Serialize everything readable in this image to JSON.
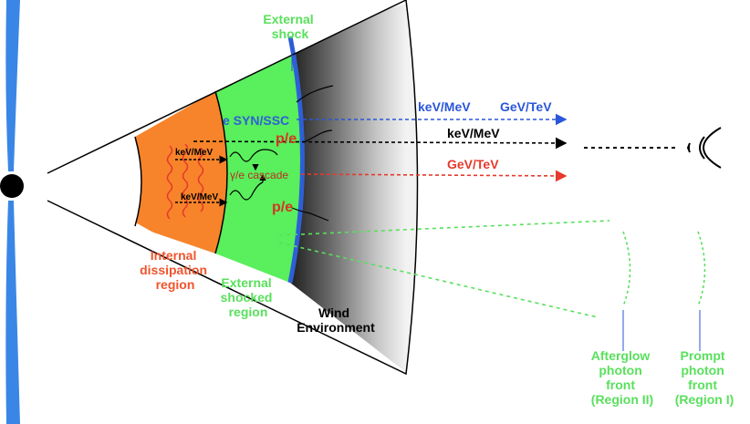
{
  "labels": {
    "external_shock": [
      "External",
      "shock"
    ],
    "internal_region": [
      "Internal",
      "dissipation",
      "region"
    ],
    "external_shocked_region": [
      "External",
      "shocked",
      "region"
    ],
    "wind_environment": [
      "Wind",
      "Environment"
    ],
    "e_syn_ssc": "e SYN/SSC",
    "pe_upper": "p/e",
    "pe_lower": "p/e",
    "gamma_cascade": "γ/e cascade",
    "kev_mev_inner_upper": "keV/MeV",
    "kev_mev_inner_lower": "keV/MeV",
    "ray_blue_kev": "keV/MeV",
    "ray_blue_gev": "GeV/TeV",
    "ray_black_kev": "keV/MeV",
    "ray_red_gev": "GeV/TeV",
    "afterglow_front": [
      "Afterglow",
      "photon",
      "front",
      "(Region II)"
    ],
    "prompt_front": [
      "Prompt",
      "photon",
      "front",
      "(Region I)"
    ]
  },
  "colors": {
    "jet_blue": "#3a86e6",
    "internal_orange": "#f7842a",
    "shocked_green": "#59ef5d",
    "shock_blue": "#2f5fd6",
    "label_orange": "#f0542c",
    "label_green": "#59e05c",
    "ray_blue": "#2a56d9",
    "ray_red": "#e53a2c",
    "dark_red": "#d83422",
    "black": "#000000"
  },
  "icons": {
    "central_engine": "black-hole-dot",
    "jet": "bipolar-jet",
    "observer": "eye-icon"
  }
}
